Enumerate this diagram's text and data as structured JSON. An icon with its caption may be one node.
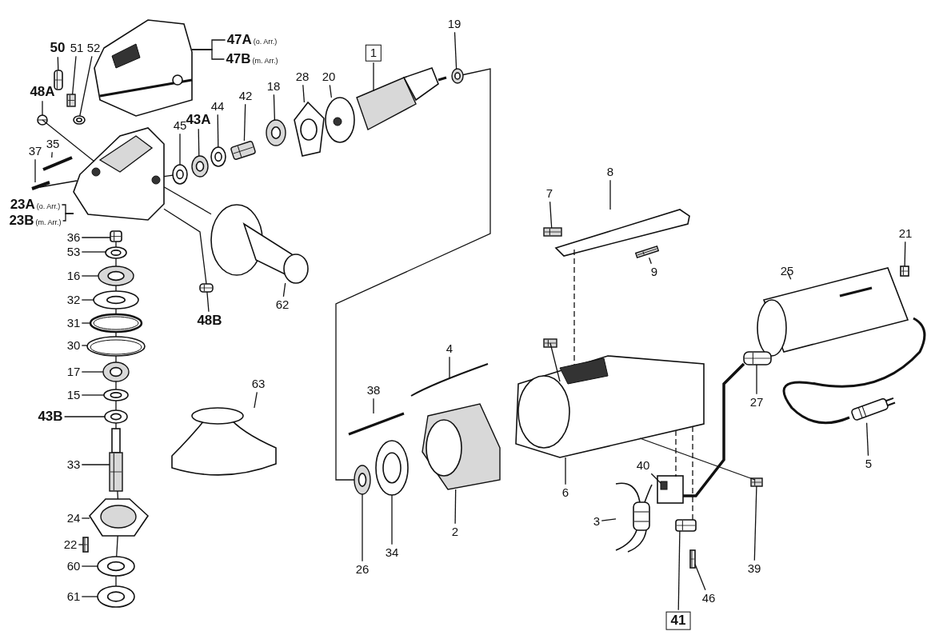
{
  "diagram": {
    "nodes": [
      {
        "text": [
          "50"
        ]
      },
      {
        "text": [
          "51"
        ]
      },
      {
        "text": [
          "52"
        ]
      },
      {
        "text": [
          "47A",
          "(o. Arr.)"
        ]
      },
      {
        "text": [
          "47B",
          "(m. Arr.)"
        ]
      },
      {
        "text": [
          "48A"
        ]
      },
      {
        "text": [
          "37"
        ]
      },
      {
        "text": [
          "35"
        ]
      },
      {
        "text": [
          "23A",
          "(o. Arr.)"
        ]
      },
      {
        "text": [
          "23B",
          "(m. Arr.)"
        ]
      },
      {
        "text": [
          "45"
        ]
      },
      {
        "text": [
          "43A"
        ]
      },
      {
        "text": [
          "44"
        ]
      },
      {
        "text": [
          "42"
        ]
      },
      {
        "text": [
          "18"
        ]
      },
      {
        "text": [
          "28"
        ]
      },
      {
        "text": [
          "20"
        ]
      },
      {
        "text": [
          "1"
        ]
      },
      {
        "text": [
          "19"
        ]
      },
      {
        "text": [
          "36"
        ]
      },
      {
        "text": [
          "53"
        ]
      },
      {
        "text": [
          "16"
        ]
      },
      {
        "text": [
          "32"
        ]
      },
      {
        "text": [
          "31"
        ]
      },
      {
        "text": [
          "30"
        ]
      },
      {
        "text": [
          "17"
        ]
      },
      {
        "text": [
          "15"
        ]
      },
      {
        "text": [
          "43B"
        ]
      },
      {
        "text": [
          "33"
        ]
      },
      {
        "text": [
          "24"
        ]
      },
      {
        "text": [
          "22"
        ]
      },
      {
        "text": [
          "60"
        ]
      },
      {
        "text": [
          "61"
        ]
      },
      {
        "text": [
          "48B"
        ]
      },
      {
        "text": [
          "62"
        ]
      },
      {
        "text": [
          "63"
        ]
      },
      {
        "text": [
          "7"
        ]
      },
      {
        "text": [
          "8"
        ]
      },
      {
        "text": [
          "9"
        ]
      },
      {
        "text": [
          "21"
        ]
      },
      {
        "text": [
          "25"
        ]
      },
      {
        "text": [
          "4"
        ]
      },
      {
        "text": [
          "38"
        ]
      },
      {
        "text": [
          "26"
        ]
      },
      {
        "text": [
          "34"
        ]
      },
      {
        "text": [
          "2"
        ]
      },
      {
        "text": [
          "6"
        ]
      },
      {
        "text": [
          "27"
        ]
      },
      {
        "text": [
          "5"
        ]
      },
      {
        "text": [
          "40"
        ]
      },
      {
        "text": [
          "3"
        ]
      },
      {
        "text": [
          "39"
        ]
      },
      {
        "text": [
          "46"
        ]
      },
      {
        "text": [
          "41"
        ]
      },
      {
        "text": [],
        "shape": "picture"
      },
      {
        "text": [],
        "shape": "picture"
      },
      {
        "text": [],
        "shape": "picture"
      },
      {
        "text": [],
        "shape": "picture"
      },
      {
        "text": [],
        "shape": "picture"
      },
      {
        "text": [],
        "shape": "picture"
      },
      {
        "text": [],
        "shape": "picture"
      },
      {
        "text": [],
        "shape": "picture"
      },
      {
        "text": [],
        "shape": "picture"
      },
      {
        "text": [],
        "shape": "picture"
      },
      {
        "text": [],
        "shape": "picture"
      },
      {
        "text": [],
        "shape": "picture"
      },
      {
        "text": [],
        "shape": "picture"
      },
      {
        "text": [],
        "shape": "picture"
      },
      {
        "text": [],
        "shape": "picture"
      },
      {
        "text": [],
        "shape": "picture"
      },
      {
        "text": [],
        "shape": "picture"
      },
      {
        "text": [],
        "shape": "picture"
      },
      {
        "text": [],
        "shape": "picture"
      },
      {
        "text": [],
        "shape": "picture"
      },
      {
        "text": [],
        "shape": "picture"
      },
      {
        "text": [],
        "shape": "picture"
      },
      {
        "text": [],
        "shape": "picture"
      },
      {
        "text": [],
        "shape": "picture"
      },
      {
        "text": [],
        "shape": "picture"
      },
      {
        "text": [],
        "shape": "picture"
      },
      {
        "text": [],
        "shape": "picture"
      },
      {
        "text": [],
        "shape": "picture"
      },
      {
        "text": [],
        "shape": "picture"
      },
      {
        "text": [],
        "shape": "picture"
      },
      {
        "text": [],
        "shape": "picture"
      },
      {
        "text": [],
        "shape": "picture"
      },
      {
        "text": [],
        "shape": "picture"
      },
      {
        "text": [],
        "shape": "picture"
      },
      {
        "text": [],
        "shape": "picture"
      },
      {
        "text": [],
        "shape": "picture"
      },
      {
        "text": [],
        "shape": "picture"
      },
      {
        "text": [],
        "shape": "picture"
      },
      {
        "text": [],
        "shape": "picture"
      },
      {
        "text": [],
        "shape": "picture"
      },
      {
        "text": [],
        "shape": "picture"
      },
      {
        "text": [],
        "shape": "picture"
      },
      {
        "text": [],
        "shape": "picture"
      },
      {
        "text": [],
        "shape": "picture"
      },
      {
        "text": [],
        "shape": "picture"
      },
      {
        "text": [],
        "shape": "picture"
      },
      {
        "text": [],
        "shape": "picture"
      },
      {
        "text": [],
        "shape": "picture"
      },
      {
        "text": [],
        "shape": "picture"
      },
      {
        "text": [],
        "shape": "picture"
      },
      {
        "text": [],
        "shape": "picture"
      },
      {
        "text": [],
        "shape": "picture"
      },
      {
        "text": [],
        "shape": "picture"
      }
    ],
    "edges": [
      {
        "from": 0,
        "to": 54,
        "arrow": "none"
      },
      {
        "from": 1,
        "to": 55,
        "arrow": "none"
      },
      {
        "from": 2,
        "to": 56,
        "arrow": "none"
      },
      {
        "from": 3,
        "to": 57,
        "arrow": "none"
      },
      {
        "from": 4,
        "to": 57,
        "arrow": "none"
      },
      {
        "from": 5,
        "to": 58,
        "arrow": "none"
      },
      {
        "from": 6,
        "to": 59,
        "arrow": "none"
      },
      {
        "from": 7,
        "to": 60,
        "arrow": "none"
      },
      {
        "from": 8,
        "to": 61,
        "arrow": "none"
      },
      {
        "from": 9,
        "to": 61,
        "arrow": "none"
      },
      {
        "from": 10,
        "to": 62,
        "arrow": "none"
      },
      {
        "from": 11,
        "to": 63,
        "arrow": "none"
      },
      {
        "from": 12,
        "to": 64,
        "arrow": "none"
      },
      {
        "from": 13,
        "to": 65,
        "arrow": "none"
      },
      {
        "from": 14,
        "to": 66,
        "arrow": "none"
      },
      {
        "from": 15,
        "to": 67,
        "arrow": "none"
      },
      {
        "from": 16,
        "to": 68,
        "arrow": "none"
      },
      {
        "from": 17,
        "to": 69,
        "arrow": "none"
      },
      {
        "from": 18,
        "to": 70,
        "arrow": "none"
      },
      {
        "from": 19,
        "to": 71,
        "arrow": "none"
      },
      {
        "from": 20,
        "to": 72,
        "arrow": "none"
      },
      {
        "from": 21,
        "to": 73,
        "arrow": "none"
      },
      {
        "from": 22,
        "to": 74,
        "arrow": "none"
      },
      {
        "from": 23,
        "to": 75,
        "arrow": "none"
      },
      {
        "from": 24,
        "to": 76,
        "arrow": "none"
      },
      {
        "from": 25,
        "to": 77,
        "arrow": "none"
      },
      {
        "from": 26,
        "to": 78,
        "arrow": "none"
      },
      {
        "from": 27,
        "to": 79,
        "arrow": "none"
      },
      {
        "from": 28,
        "to": 80,
        "arrow": "none"
      },
      {
        "from": 29,
        "to": 81,
        "arrow": "none"
      },
      {
        "from": 30,
        "to": 82,
        "arrow": "none"
      },
      {
        "from": 31,
        "to": 83,
        "arrow": "none"
      },
      {
        "from": 32,
        "to": 84,
        "arrow": "none"
      },
      {
        "from": 33,
        "to": 85,
        "arrow": "none"
      },
      {
        "from": 34,
        "to": 86,
        "arrow": "none"
      },
      {
        "from": 35,
        "to": 87,
        "arrow": "none"
      },
      {
        "from": 36,
        "to": 88,
        "arrow": "none"
      },
      {
        "from": 37,
        "to": 89,
        "arrow": "none"
      },
      {
        "from": 38,
        "to": 90,
        "arrow": "none"
      },
      {
        "from": 39,
        "to": 91,
        "arrow": "none"
      },
      {
        "from": 40,
        "to": 92,
        "arrow": "none"
      },
      {
        "from": 41,
        "to": 93,
        "arrow": "none"
      },
      {
        "from": 42,
        "to": 94,
        "arrow": "none"
      },
      {
        "from": 43,
        "to": 95,
        "arrow": "none"
      },
      {
        "from": 44,
        "to": 96,
        "arrow": "none"
      },
      {
        "from": 45,
        "to": 97,
        "arrow": "none"
      },
      {
        "from": 46,
        "to": 98,
        "arrow": "none"
      },
      {
        "from": 47,
        "to": 99,
        "arrow": "none"
      },
      {
        "from": 48,
        "to": 100,
        "arrow": "none"
      },
      {
        "from": 49,
        "to": 101,
        "arrow": "none"
      },
      {
        "from": 50,
        "to": 102,
        "arrow": "none"
      },
      {
        "from": 51,
        "to": 103,
        "arrow": "none"
      },
      {
        "from": 52,
        "to": 104,
        "arrow": "none"
      },
      {
        "from": 53,
        "to": 105,
        "arrow": "none"
      },
      {
        "from": 58,
        "to": 61,
        "arrow": "none"
      },
      {
        "from": 59,
        "to": 61,
        "arrow": "none"
      },
      {
        "from": 61,
        "to": 86,
        "arrow": "none"
      },
      {
        "from": 61,
        "to": 85,
        "arrow": "none"
      },
      {
        "from": 61,
        "to": 62,
        "arrow": "none"
      },
      {
        "from": 70,
        "to": 95,
        "arrow": "none"
      },
      {
        "from": 71,
        "to": 72,
        "arrow": "none"
      },
      {
        "from": 72,
        "to": 73,
        "arrow": "none"
      },
      {
        "from": 73,
        "to": 74,
        "arrow": "none"
      },
      {
        "from": 74,
        "to": 75,
        "arrow": "none"
      },
      {
        "from": 75,
        "to": 76,
        "arrow": "none"
      },
      {
        "from": 76,
        "to": 77,
        "arrow": "none"
      },
      {
        "from": 77,
        "to": 78,
        "arrow": "none"
      },
      {
        "from": 78,
        "to": 79,
        "arrow": "none"
      },
      {
        "from": 79,
        "to": 80,
        "arrow": "none"
      },
      {
        "from": 80,
        "to": 81,
        "arrow": "none"
      },
      {
        "from": 81,
        "to": 83,
        "arrow": "none"
      },
      {
        "from": 83,
        "to": 84,
        "arrow": "none"
      },
      {
        "from": 89,
        "to": 98,
        "arrow": "none",
        "style": "dashed"
      },
      {
        "from": 98,
        "to": 101,
        "arrow": "none",
        "style": "dashed"
      },
      {
        "from": 98,
        "to": 105,
        "arrow": "none",
        "style": "dashed"
      },
      {
        "from": 98,
        "to": 103,
        "arrow": "none"
      },
      {
        "from": 106,
        "to": 98,
        "arrow": "none"
      },
      {
        "from": 99,
        "to": 101,
        "arrow": "none",
        "style": "thick"
      }
    ]
  }
}
